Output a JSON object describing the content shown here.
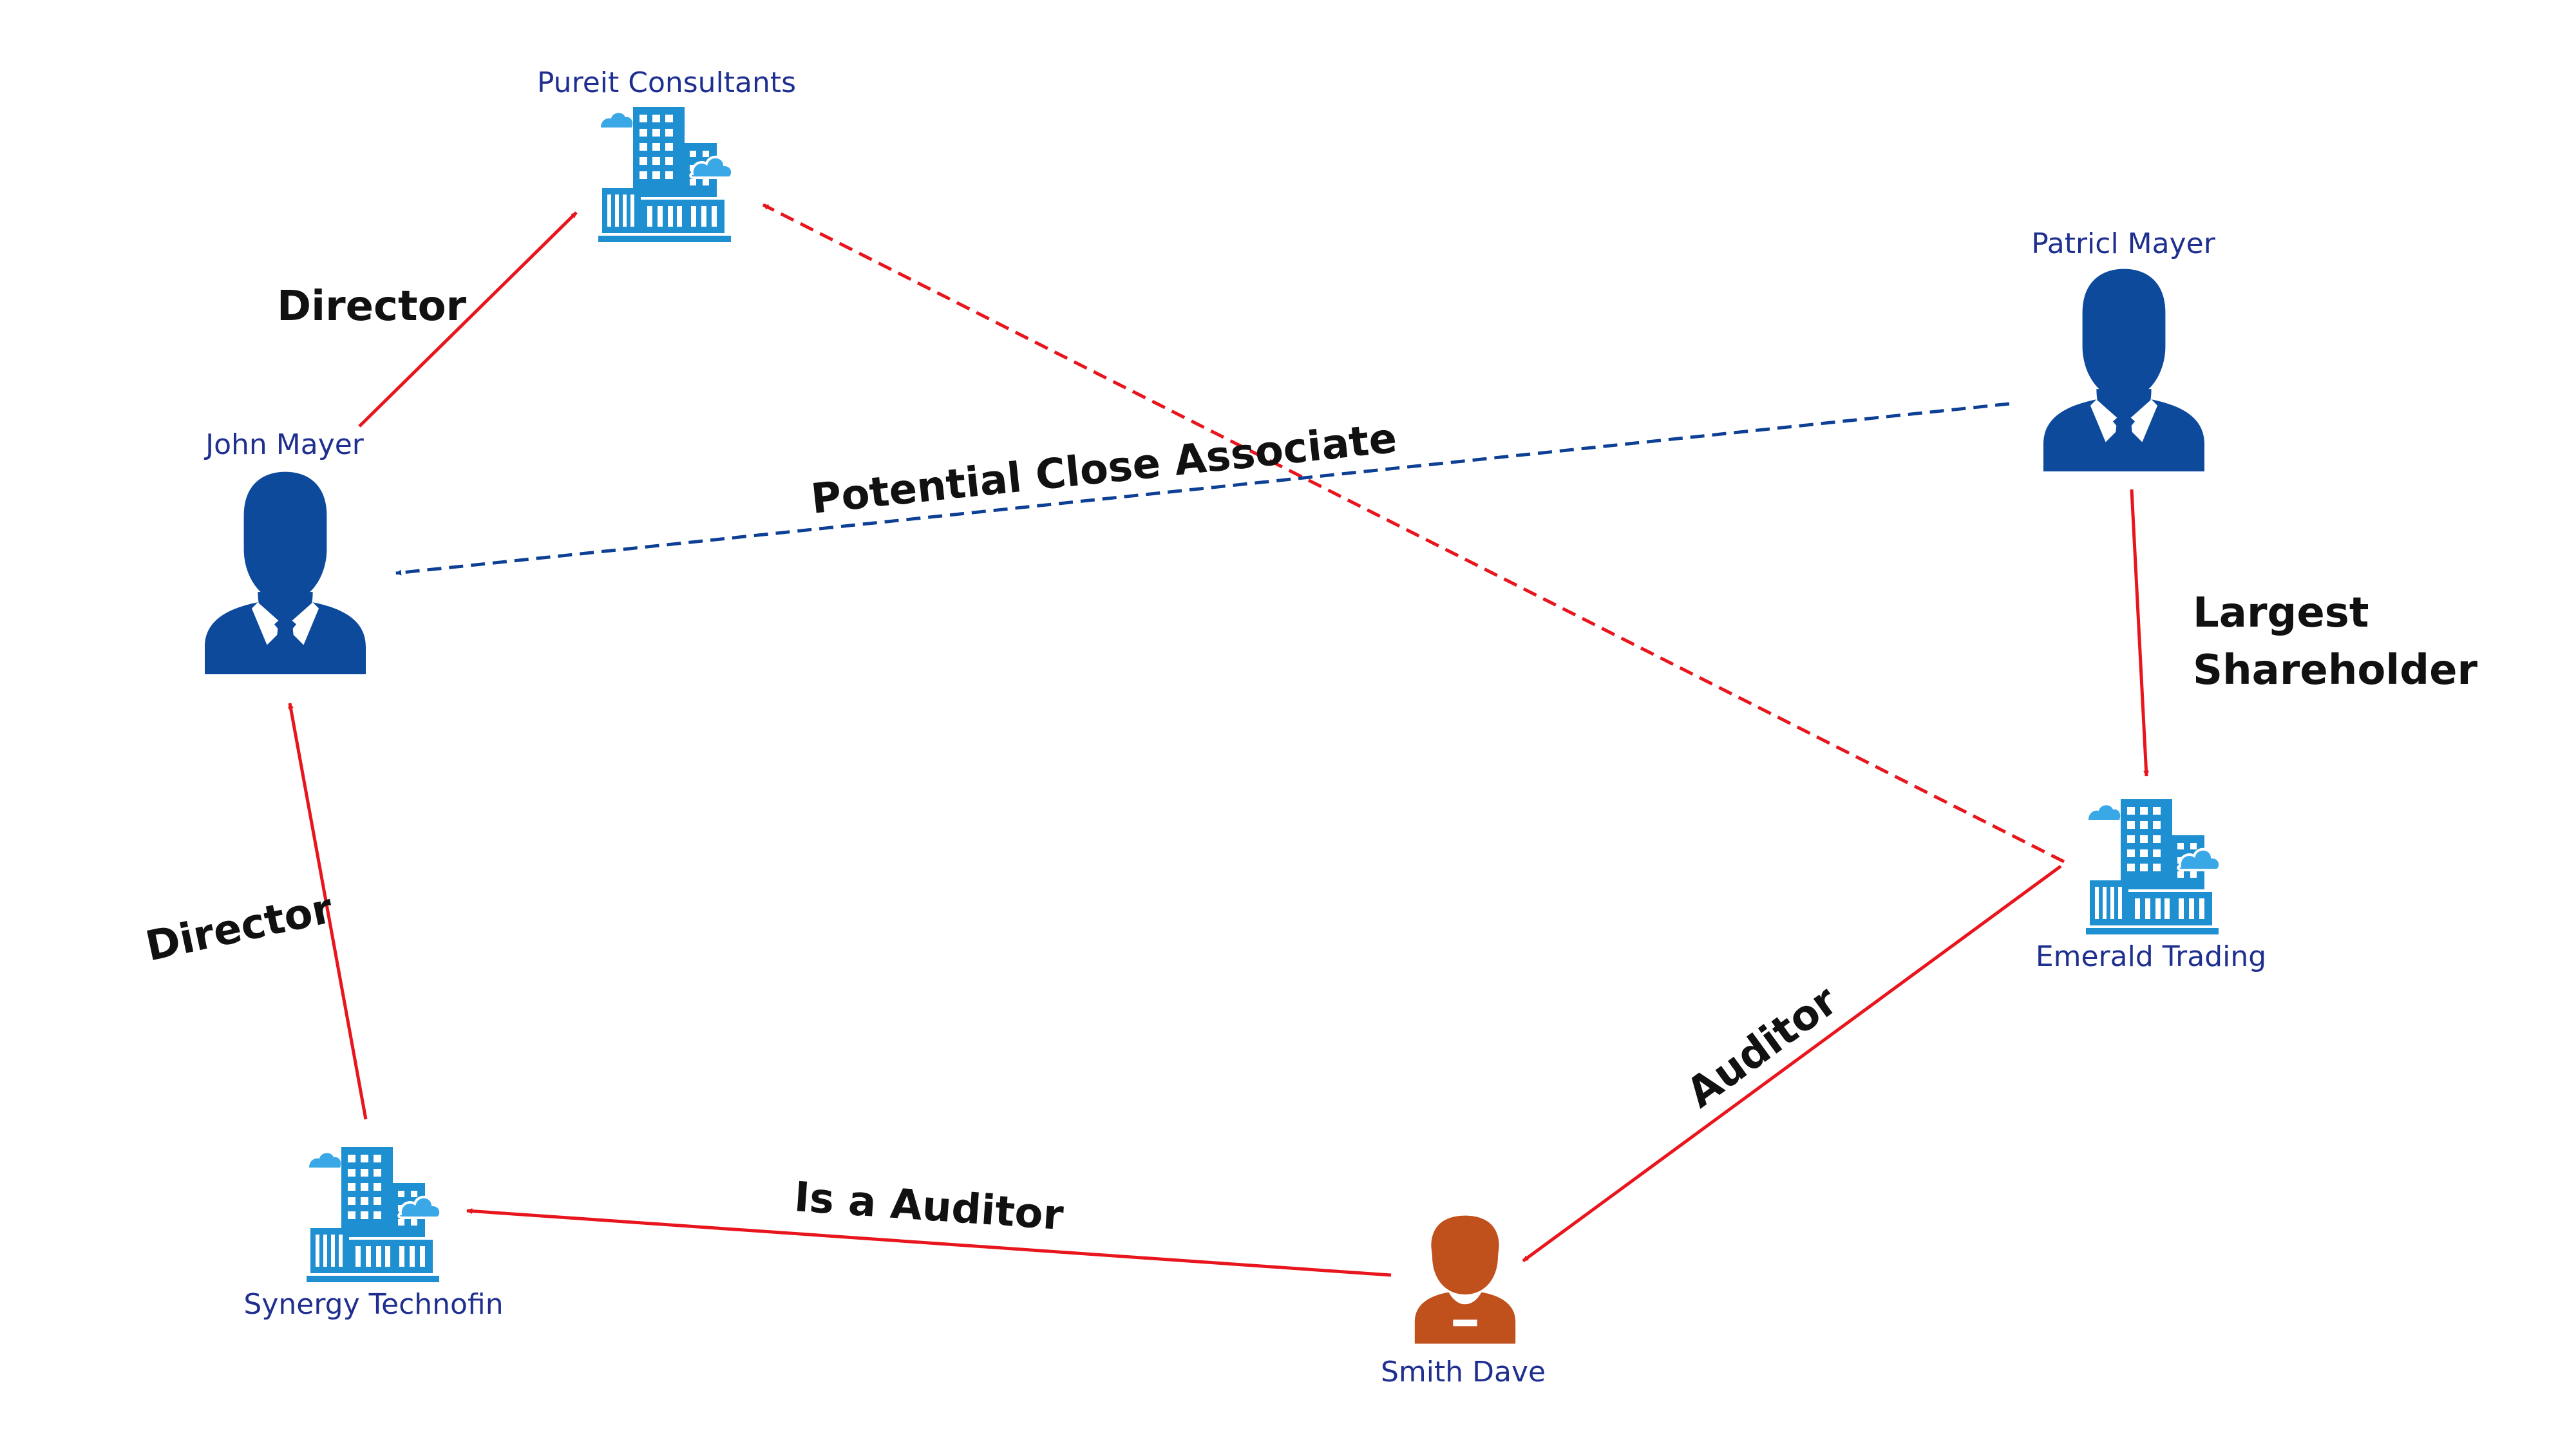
{
  "colors": {
    "person": "#0d4a9c",
    "auditor": "#c0501c",
    "building": "#1e8fd0",
    "cloud": "#3aa8e6",
    "relation": "#e8151d",
    "association": "#0d3f94",
    "node_label": "#1f2f8f",
    "edge_label": "#111111"
  },
  "nodes": {
    "pureit": {
      "label": "Pureit Consultants",
      "icon": "office-building-icon"
    },
    "john": {
      "label": "John Mayer",
      "icon": "businessman-icon"
    },
    "patricl": {
      "label": "Patricl Mayer",
      "icon": "businessman-icon"
    },
    "emerald": {
      "label": "Emerald Trading",
      "icon": "office-building-icon"
    },
    "synergy": {
      "label": "Synergy Technofin",
      "icon": "office-building-icon"
    },
    "smith": {
      "label": "Smith Dave",
      "icon": "auditor-person-icon"
    }
  },
  "edges": {
    "john_pureit": {
      "label": "Director"
    },
    "patricl_john": {
      "label": "Potential Close Associate"
    },
    "patricl_emerald": {
      "label_line1": "Largest",
      "label_line2": "Shareholder"
    },
    "synergy_john": {
      "label": "Director"
    },
    "emerald_smith": {
      "label": "Auditor"
    },
    "smith_synergy": {
      "label": "Is a Auditor"
    }
  }
}
